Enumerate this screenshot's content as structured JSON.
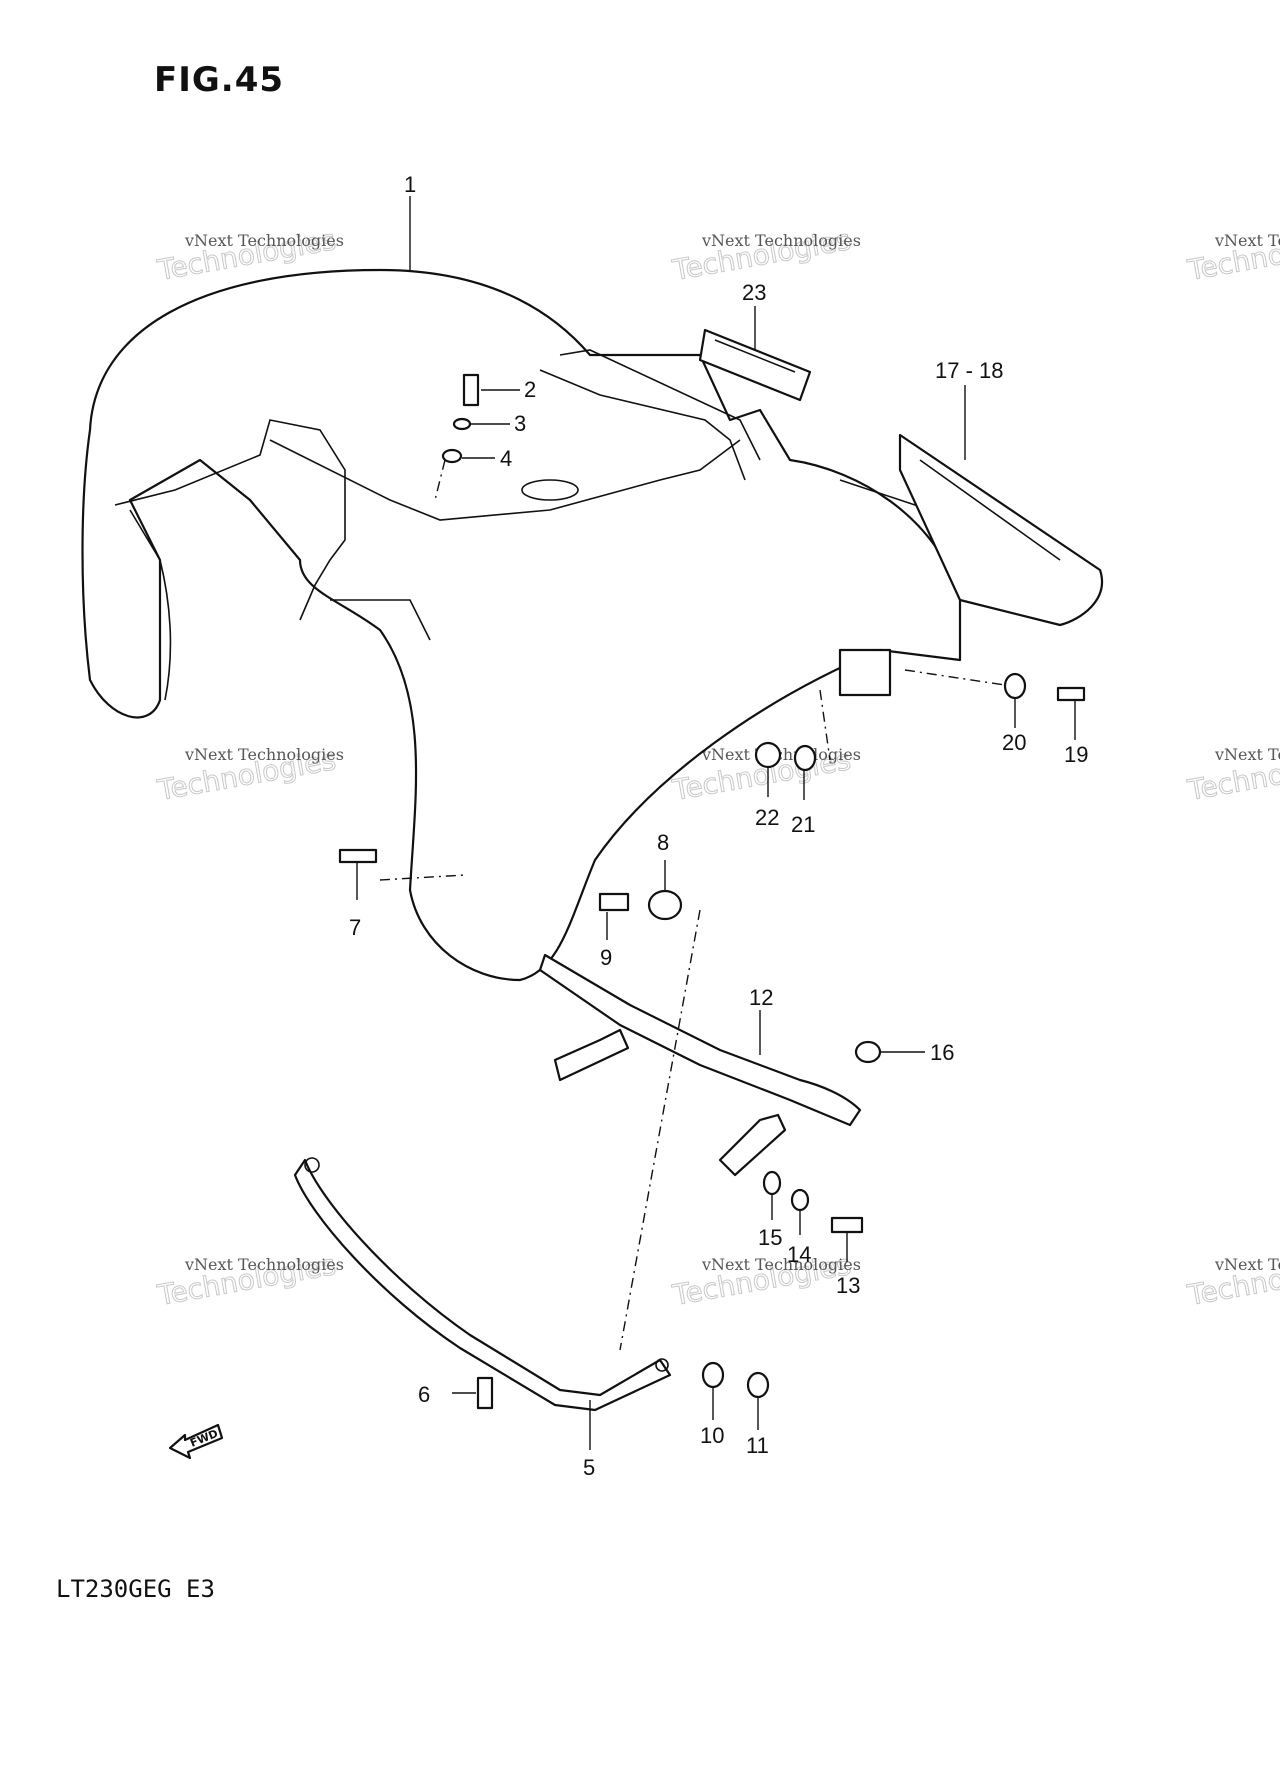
{
  "figure": {
    "title": "FIG.45",
    "model": "LT230GEG E3",
    "fwd_label": "FWD"
  },
  "callouts": {
    "c1": "1",
    "c2": "2",
    "c3": "3",
    "c4": "4",
    "c5": "5",
    "c6": "6",
    "c7": "7",
    "c8": "8",
    "c9": "9",
    "c10": "10",
    "c11": "11",
    "c12": "12",
    "c13": "13",
    "c14": "14",
    "c15": "15",
    "c16": "16",
    "c17_18": "17 - 18",
    "c19": "19",
    "c20": "20",
    "c21": "21",
    "c22": "22",
    "c23": "23"
  },
  "watermark": {
    "line1": "vNext Technologies",
    "line2": "Technologies",
    "line3": "vNext"
  }
}
